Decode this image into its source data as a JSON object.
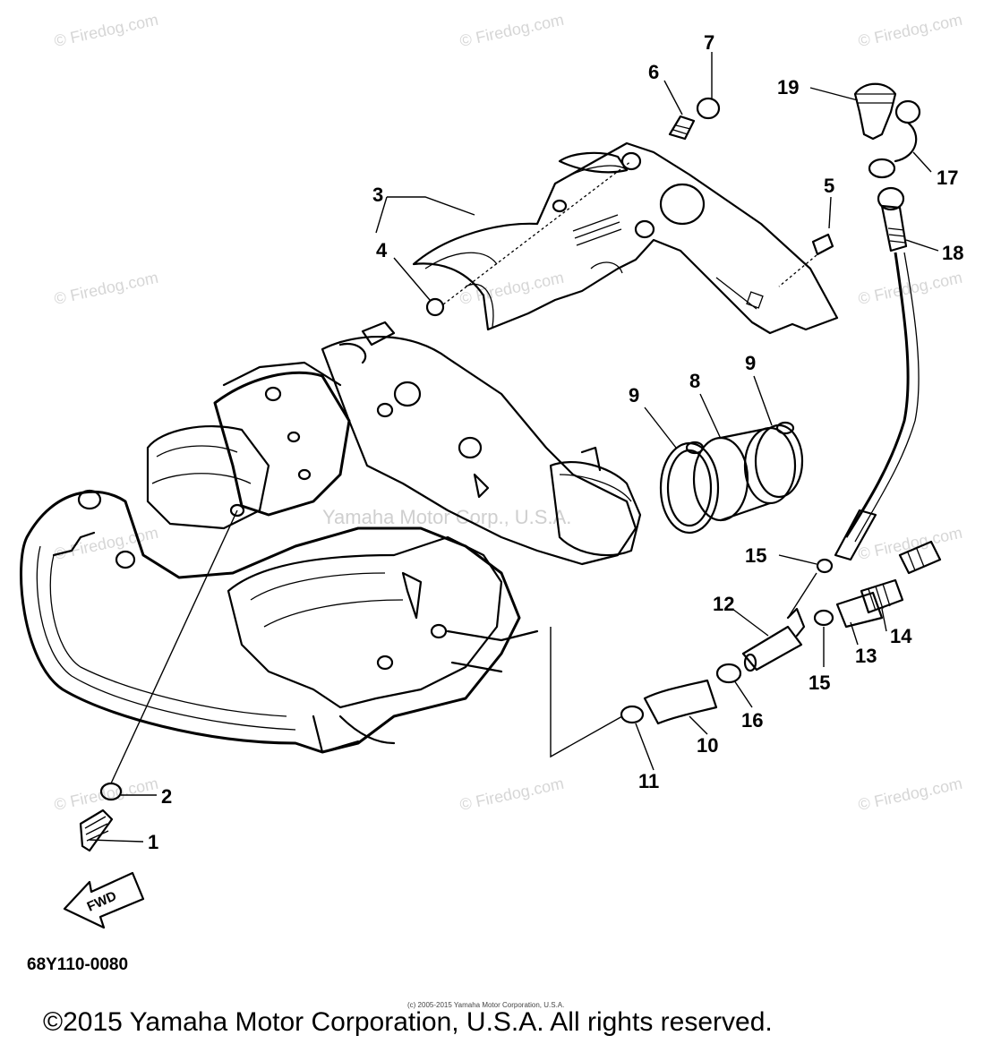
{
  "watermarks": {
    "site": "© Firedog.com",
    "center": "Yamaha Motor Corp., U.S.A."
  },
  "diagram": {
    "part_number": "68Y110-0080",
    "direction_label": "FWD",
    "callouts": [
      "1",
      "2",
      "3",
      "4",
      "5",
      "6",
      "7",
      "8",
      "9",
      "9",
      "10",
      "11",
      "12",
      "13",
      "14",
      "15",
      "15",
      "16",
      "17",
      "18",
      "19"
    ]
  },
  "footer": {
    "small_copyright": "(c) 2005-2015 Yamaha Motor Corporation, U.S.A.",
    "copyright": "©2015 Yamaha Motor Corporation, U.S.A. All rights reserved."
  }
}
